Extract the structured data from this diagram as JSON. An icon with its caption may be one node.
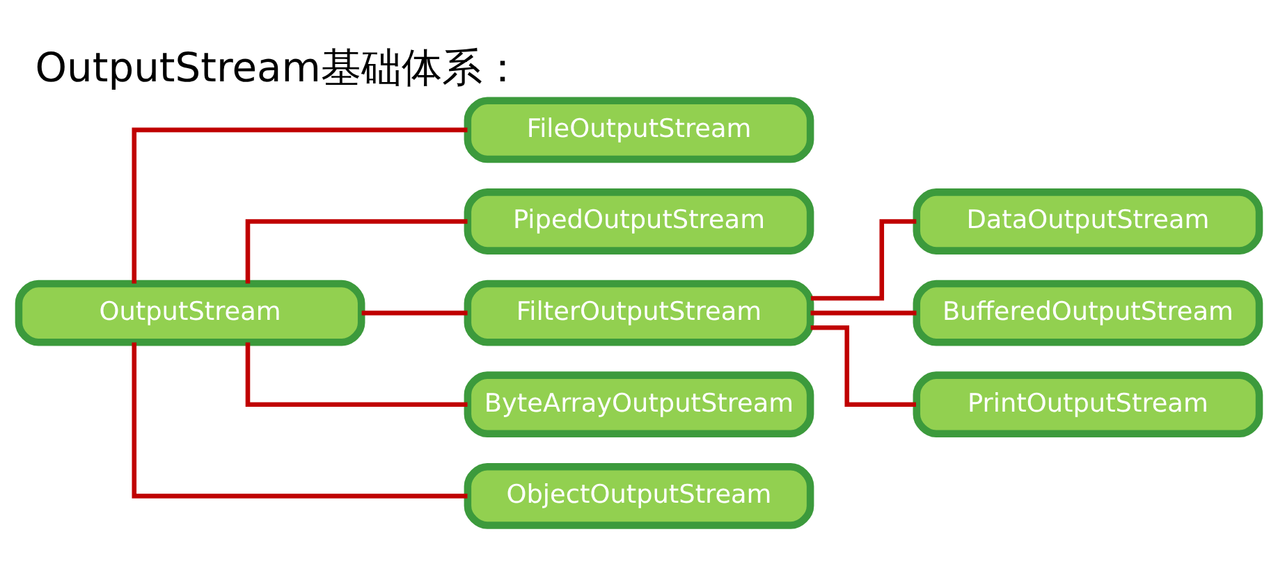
{
  "diagram": {
    "title": "OutputStream基础体系：",
    "nodes": [
      {
        "text": [
          "OutputStream"
        ]
      },
      {
        "text": [
          "FileOutputStream"
        ]
      },
      {
        "text": [
          "PipedOutputStream"
        ]
      },
      {
        "text": [
          "FilterOutputStream"
        ]
      },
      {
        "text": [
          "ByteArrayOutputStream"
        ]
      },
      {
        "text": [
          "ObjectOutputStream"
        ]
      },
      {
        "text": [
          "DataOutputStream"
        ]
      },
      {
        "text": [
          "BufferedOutputStream"
        ]
      },
      {
        "text": [
          "PrintOutputStream"
        ]
      }
    ],
    "edges": [
      {
        "from": 0,
        "to": 1,
        "arrow": "none"
      },
      {
        "from": 0,
        "to": 2,
        "arrow": "none"
      },
      {
        "from": 0,
        "to": 3,
        "arrow": "none"
      },
      {
        "from": 0,
        "to": 4,
        "arrow": "none"
      },
      {
        "from": 0,
        "to": 5,
        "arrow": "none"
      },
      {
        "from": 3,
        "to": 6,
        "arrow": "none"
      },
      {
        "from": 3,
        "to": 7,
        "arrow": "none"
      },
      {
        "from": 3,
        "to": 8,
        "arrow": "none"
      }
    ]
  }
}
